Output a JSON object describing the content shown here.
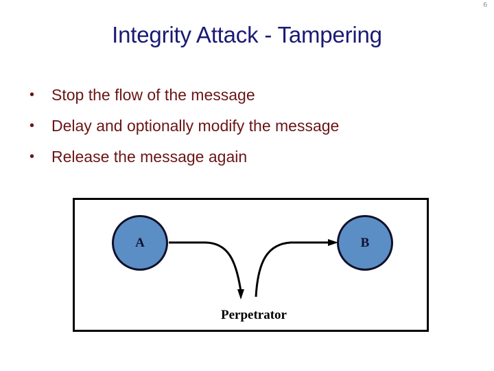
{
  "slide": {
    "page_number": "6",
    "title": "Integrity Attack - Tampering",
    "bullet_marker": "•",
    "bullets": [
      {
        "text": "Stop the flow of the message"
      },
      {
        "text": "Delay and optionally modify the message"
      },
      {
        "text": "Release the message again"
      }
    ],
    "diagram": {
      "nodes": [
        {
          "id": "a",
          "label": "A"
        },
        {
          "id": "b",
          "label": "B"
        }
      ],
      "caption": "Perpetrator",
      "edges": [
        {
          "from": "A",
          "to": "Perpetrator",
          "direction": "down"
        },
        {
          "from": "Perpetrator",
          "to": "B",
          "direction": "right"
        }
      ]
    }
  },
  "colors": {
    "title": "#1a1a75",
    "bullet_text": "#6b1515",
    "node_fill": "#5b8ec4",
    "node_stroke": "#10102a",
    "box_stroke": "#000000",
    "page_number": "#7f7f7f",
    "background": "#ffffff"
  }
}
